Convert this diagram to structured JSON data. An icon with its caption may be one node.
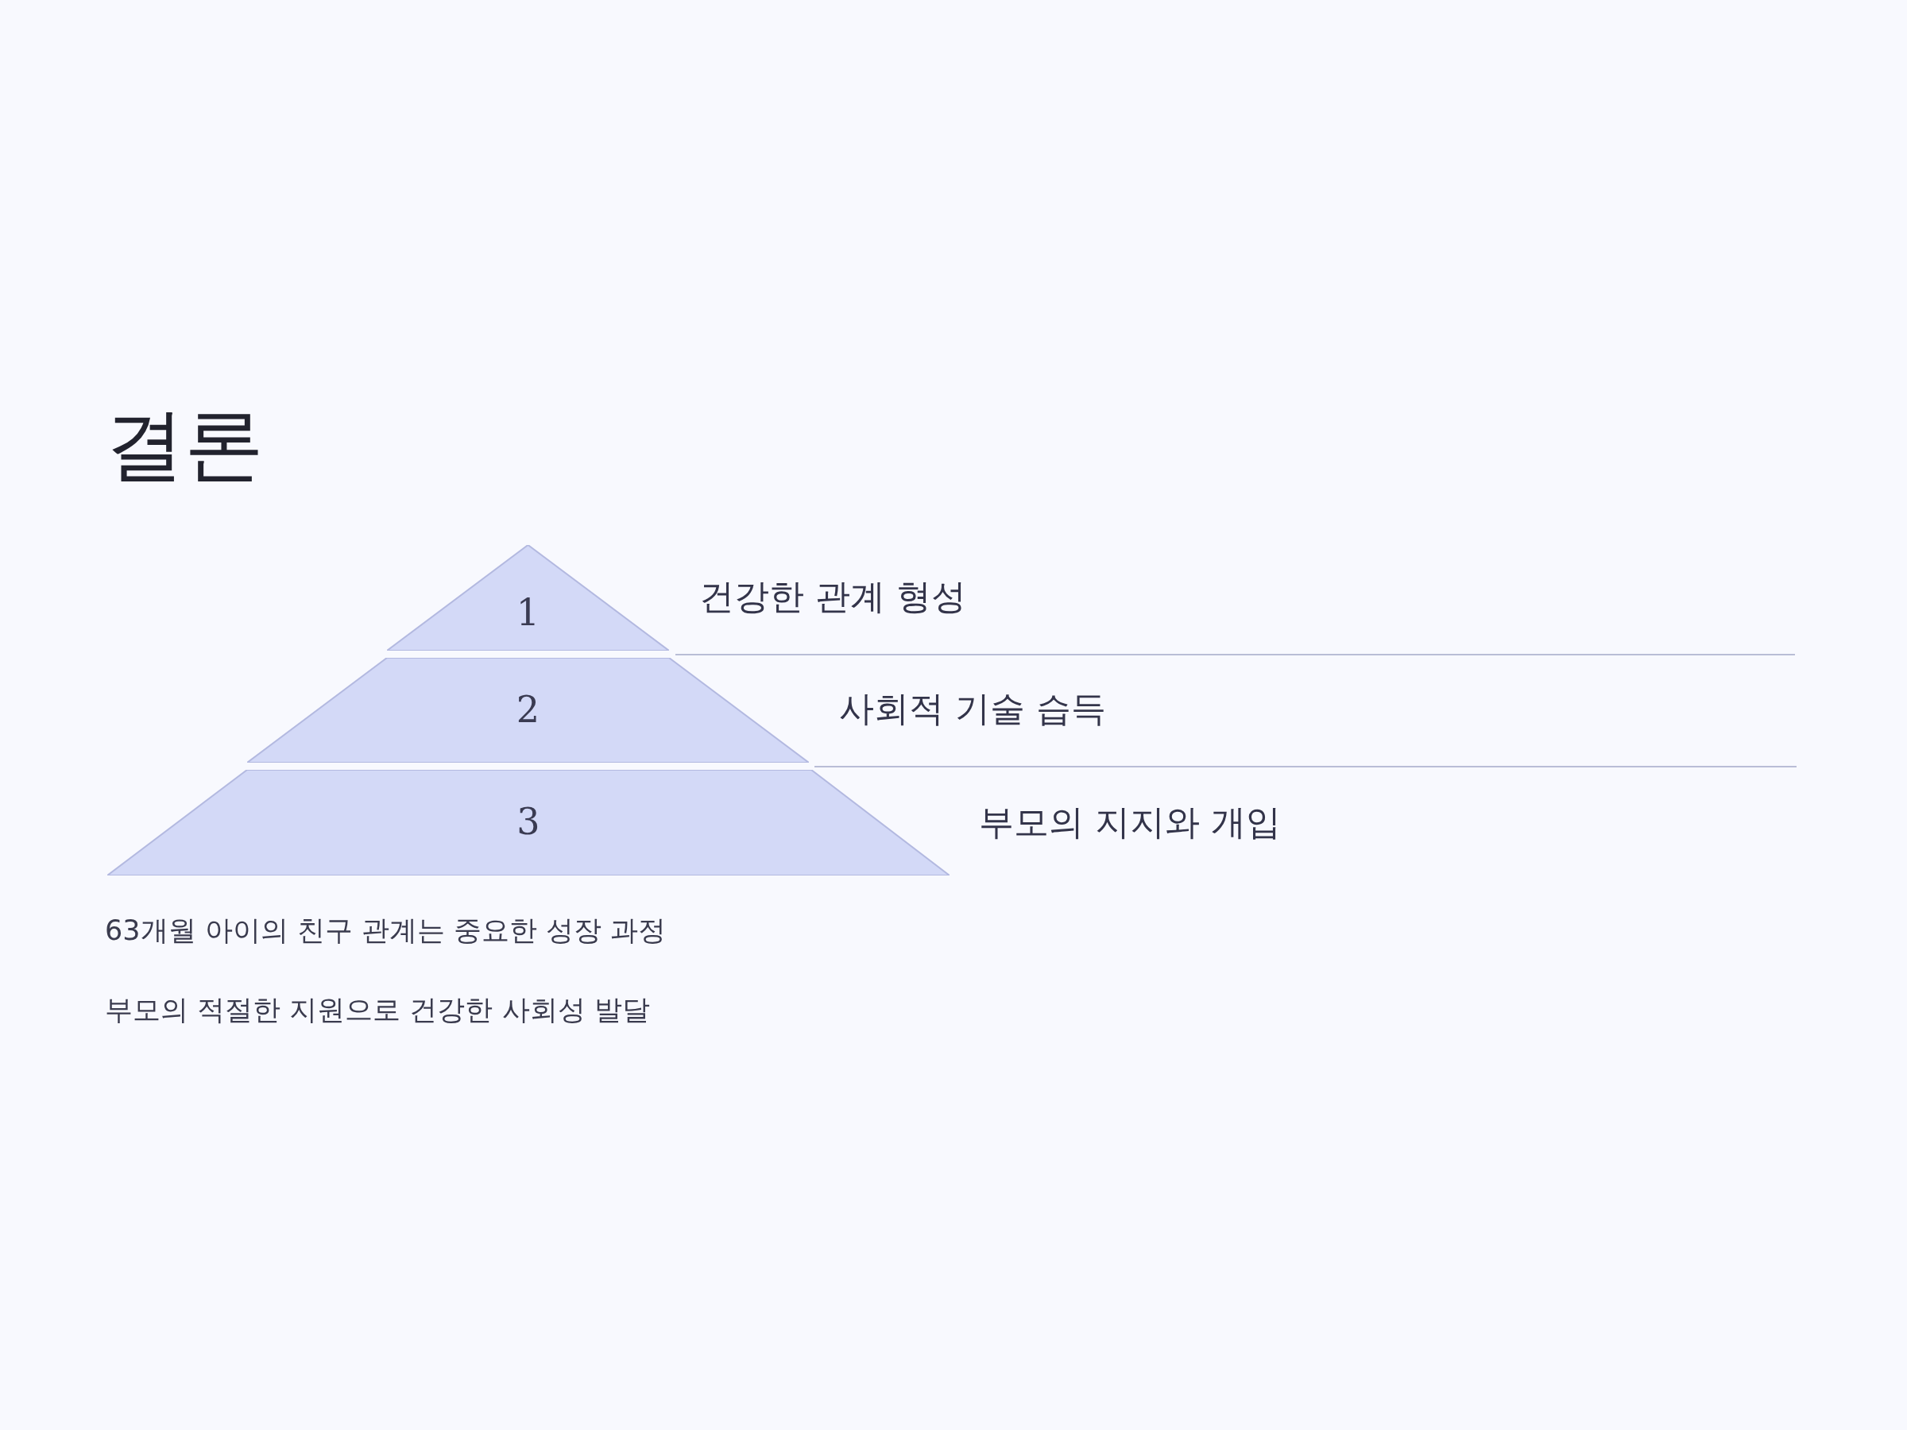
{
  "diagram": {
    "title": "결론",
    "nodes": [
      {
        "text": [
          "1"
        ],
        "beside": [
          "건강한 관계 형성"
        ]
      },
      {
        "text": [
          "2"
        ],
        "beside": [
          "사회적 기술 습득"
        ]
      },
      {
        "text": [
          "3"
        ],
        "beside": [
          "부모의 지지와 개입"
        ]
      }
    ],
    "labels": [
      "63개월 아이의 친구 관계는 중요한 성장 과정",
      "부모의 적절한 지원으로 건강한 사회성 발달"
    ]
  }
}
